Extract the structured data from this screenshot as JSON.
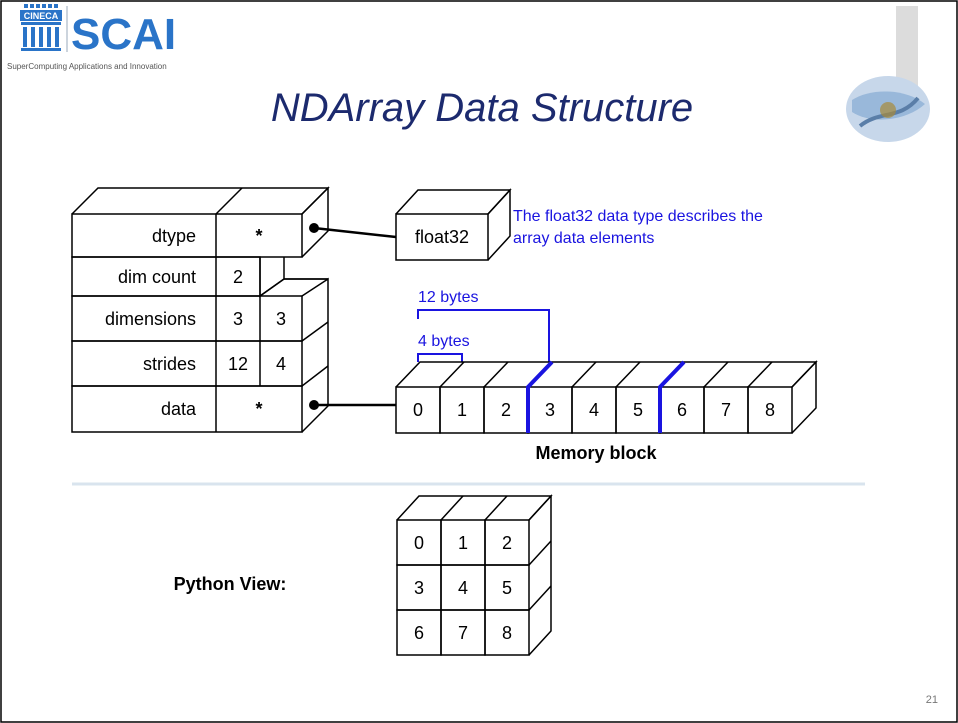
{
  "slide": {
    "title": "NDArray Data Structure",
    "page_number": "21"
  },
  "logo": {
    "brand_small": "CINECA",
    "brand": "SCAI",
    "tagline": "SuperComputing Applications and Innovation"
  },
  "struct": {
    "rows": [
      {
        "label": "dtype",
        "values": [
          "*"
        ]
      },
      {
        "label": "dim count",
        "values": [
          "2"
        ]
      },
      {
        "label": "dimensions",
        "values": [
          "3",
          "3"
        ]
      },
      {
        "label": "strides",
        "values": [
          "12",
          "4"
        ]
      },
      {
        "label": "data",
        "values": [
          "*"
        ]
      }
    ]
  },
  "dtype_box": {
    "label": "float32",
    "note_line1": "The float32 data type describes the",
    "note_line2": "array data elements"
  },
  "memory": {
    "cells": [
      "0",
      "1",
      "2",
      "3",
      "4",
      "5",
      "6",
      "7",
      "8"
    ],
    "caption": "Memory block",
    "brace_12": "12 bytes",
    "brace_4": "4 bytes"
  },
  "python_view": {
    "label": "Python View:",
    "grid": [
      [
        "0",
        "1",
        "2"
      ],
      [
        "3",
        "4",
        "5"
      ],
      [
        "6",
        "7",
        "8"
      ]
    ]
  },
  "colors": {
    "accent_blue": "#1a14e0",
    "title_navy": "#1c2a6e",
    "logo_blue": "#2a74c8",
    "divider": "#d9e4ee"
  }
}
